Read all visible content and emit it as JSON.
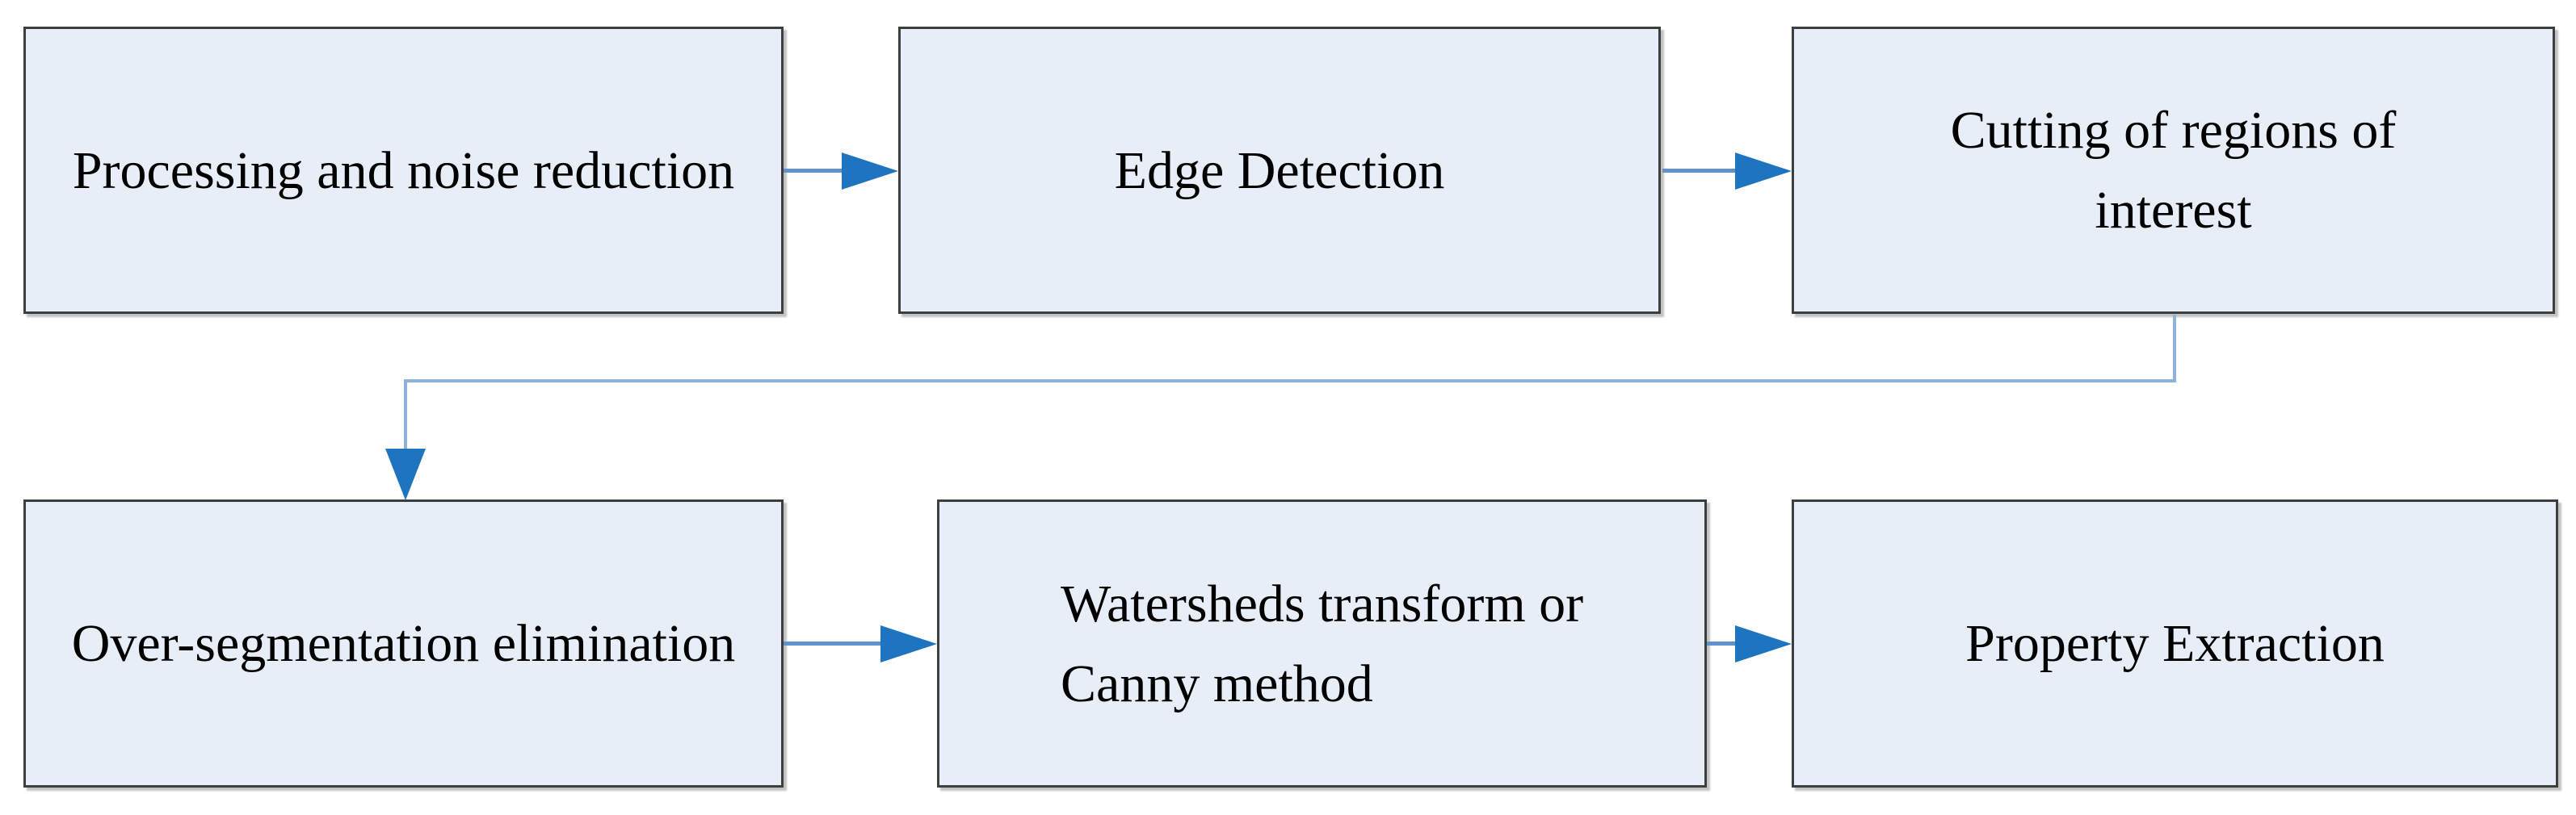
{
  "colors": {
    "page_bg": "#ffffff",
    "box_fill": "#e8eef7",
    "box_border": "#3e3e3e",
    "arrow_blue": "#1f74c0",
    "line_blue": "#5f92cd",
    "elbow_blue": "#8fb2dc",
    "text": "#000000"
  },
  "flowchart": {
    "boxes": [
      {
        "id": "processing",
        "lines": [
          "Processing and noise reduction"
        ]
      },
      {
        "id": "edge-detection",
        "lines": [
          "Edge Detection"
        ]
      },
      {
        "id": "roi-cutting",
        "lines": [
          "Cutting of regions of",
          "interest"
        ]
      },
      {
        "id": "over-segmentation",
        "lines": [
          "Over-segmentation elimination"
        ]
      },
      {
        "id": "watersheds",
        "lines": [
          "Watersheds transform or",
          "Canny method"
        ]
      },
      {
        "id": "property-extraction",
        "lines": [
          "Property Extraction"
        ]
      }
    ],
    "connections": [
      {
        "from": "processing",
        "to": "edge-detection",
        "shape": "straight-right"
      },
      {
        "from": "edge-detection",
        "to": "roi-cutting",
        "shape": "straight-right"
      },
      {
        "from": "roi-cutting",
        "to": "over-segmentation",
        "shape": "elbow-down-left-down"
      },
      {
        "from": "over-segmentation",
        "to": "watersheds",
        "shape": "straight-right"
      },
      {
        "from": "watersheds",
        "to": "property-extraction",
        "shape": "straight-right"
      }
    ]
  }
}
